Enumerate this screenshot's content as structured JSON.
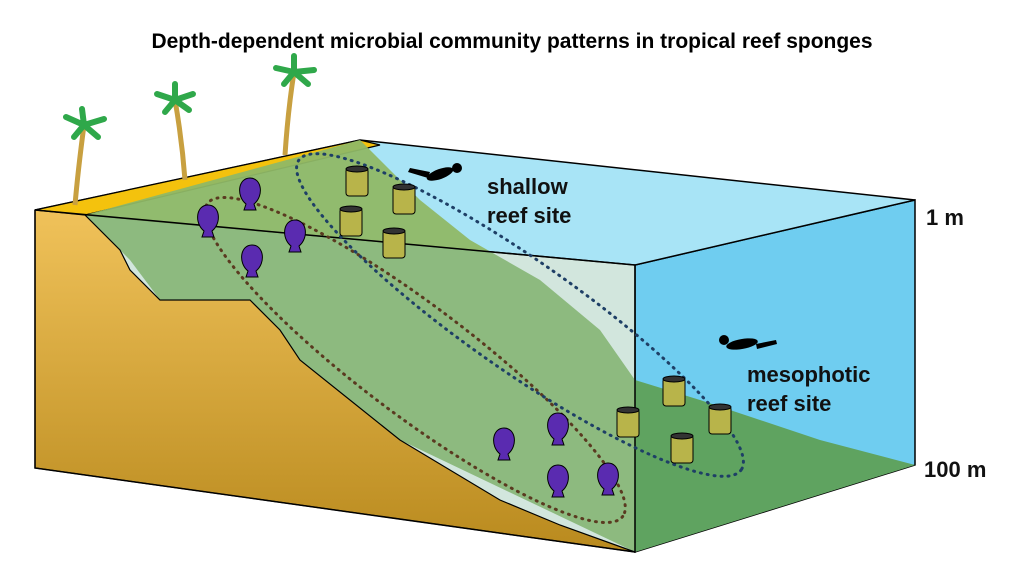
{
  "title": "Depth-dependent microbial community patterns in tropical reef sponges",
  "sites": {
    "shallow": {
      "line1": "shallow",
      "line2": "reef site"
    },
    "mesophotic": {
      "line1": "mesophotic",
      "line2": "reef site"
    }
  },
  "depths": {
    "top": "1 m",
    "bottom": "100 m"
  },
  "colors": {
    "sand": "#e2ad45",
    "sand_top": "#f4c20d",
    "water_top": "#a8e4f6",
    "water_side": "#6fcdf0",
    "seabed": "#7fb063",
    "purple_sponge": "#5a2bb0",
    "yellow_sponge": "#b8b44a"
  }
}
